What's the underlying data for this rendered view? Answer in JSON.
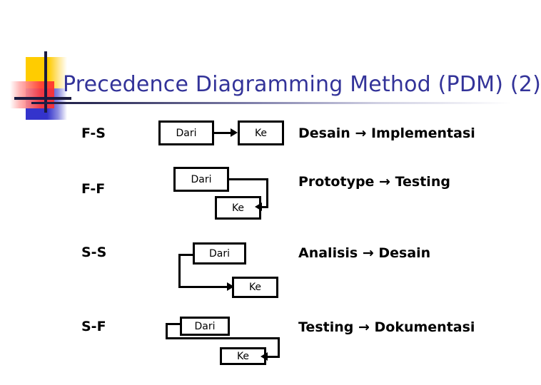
{
  "slide": {
    "title": "Precedence Diagramming Method (PDM) (2)",
    "background_color": "#FFFFFF",
    "title_color": "#333399",
    "logo": {
      "name": "powerpoint-design-logo",
      "yellow": "#FFCC00",
      "blue": "#3333CC",
      "red": "#FF3B3B",
      "crosshair": "#1A1A40"
    }
  },
  "rows": [
    {
      "label": "F-S",
      "from_label": "Dari",
      "to_label": "Ke",
      "caption": "Desain → Implementasi"
    },
    {
      "label": "F-F",
      "from_label": "Dari",
      "to_label": "Ke",
      "caption": "Prototype → Testing"
    },
    {
      "label": "S-S",
      "from_label": "Dari",
      "to_label": "Ke",
      "caption": "Analisis → Desain"
    },
    {
      "label": "S-F",
      "from_label": "Dari",
      "to_label": "Ke",
      "caption": "Testing → Dokumentasi"
    }
  ]
}
